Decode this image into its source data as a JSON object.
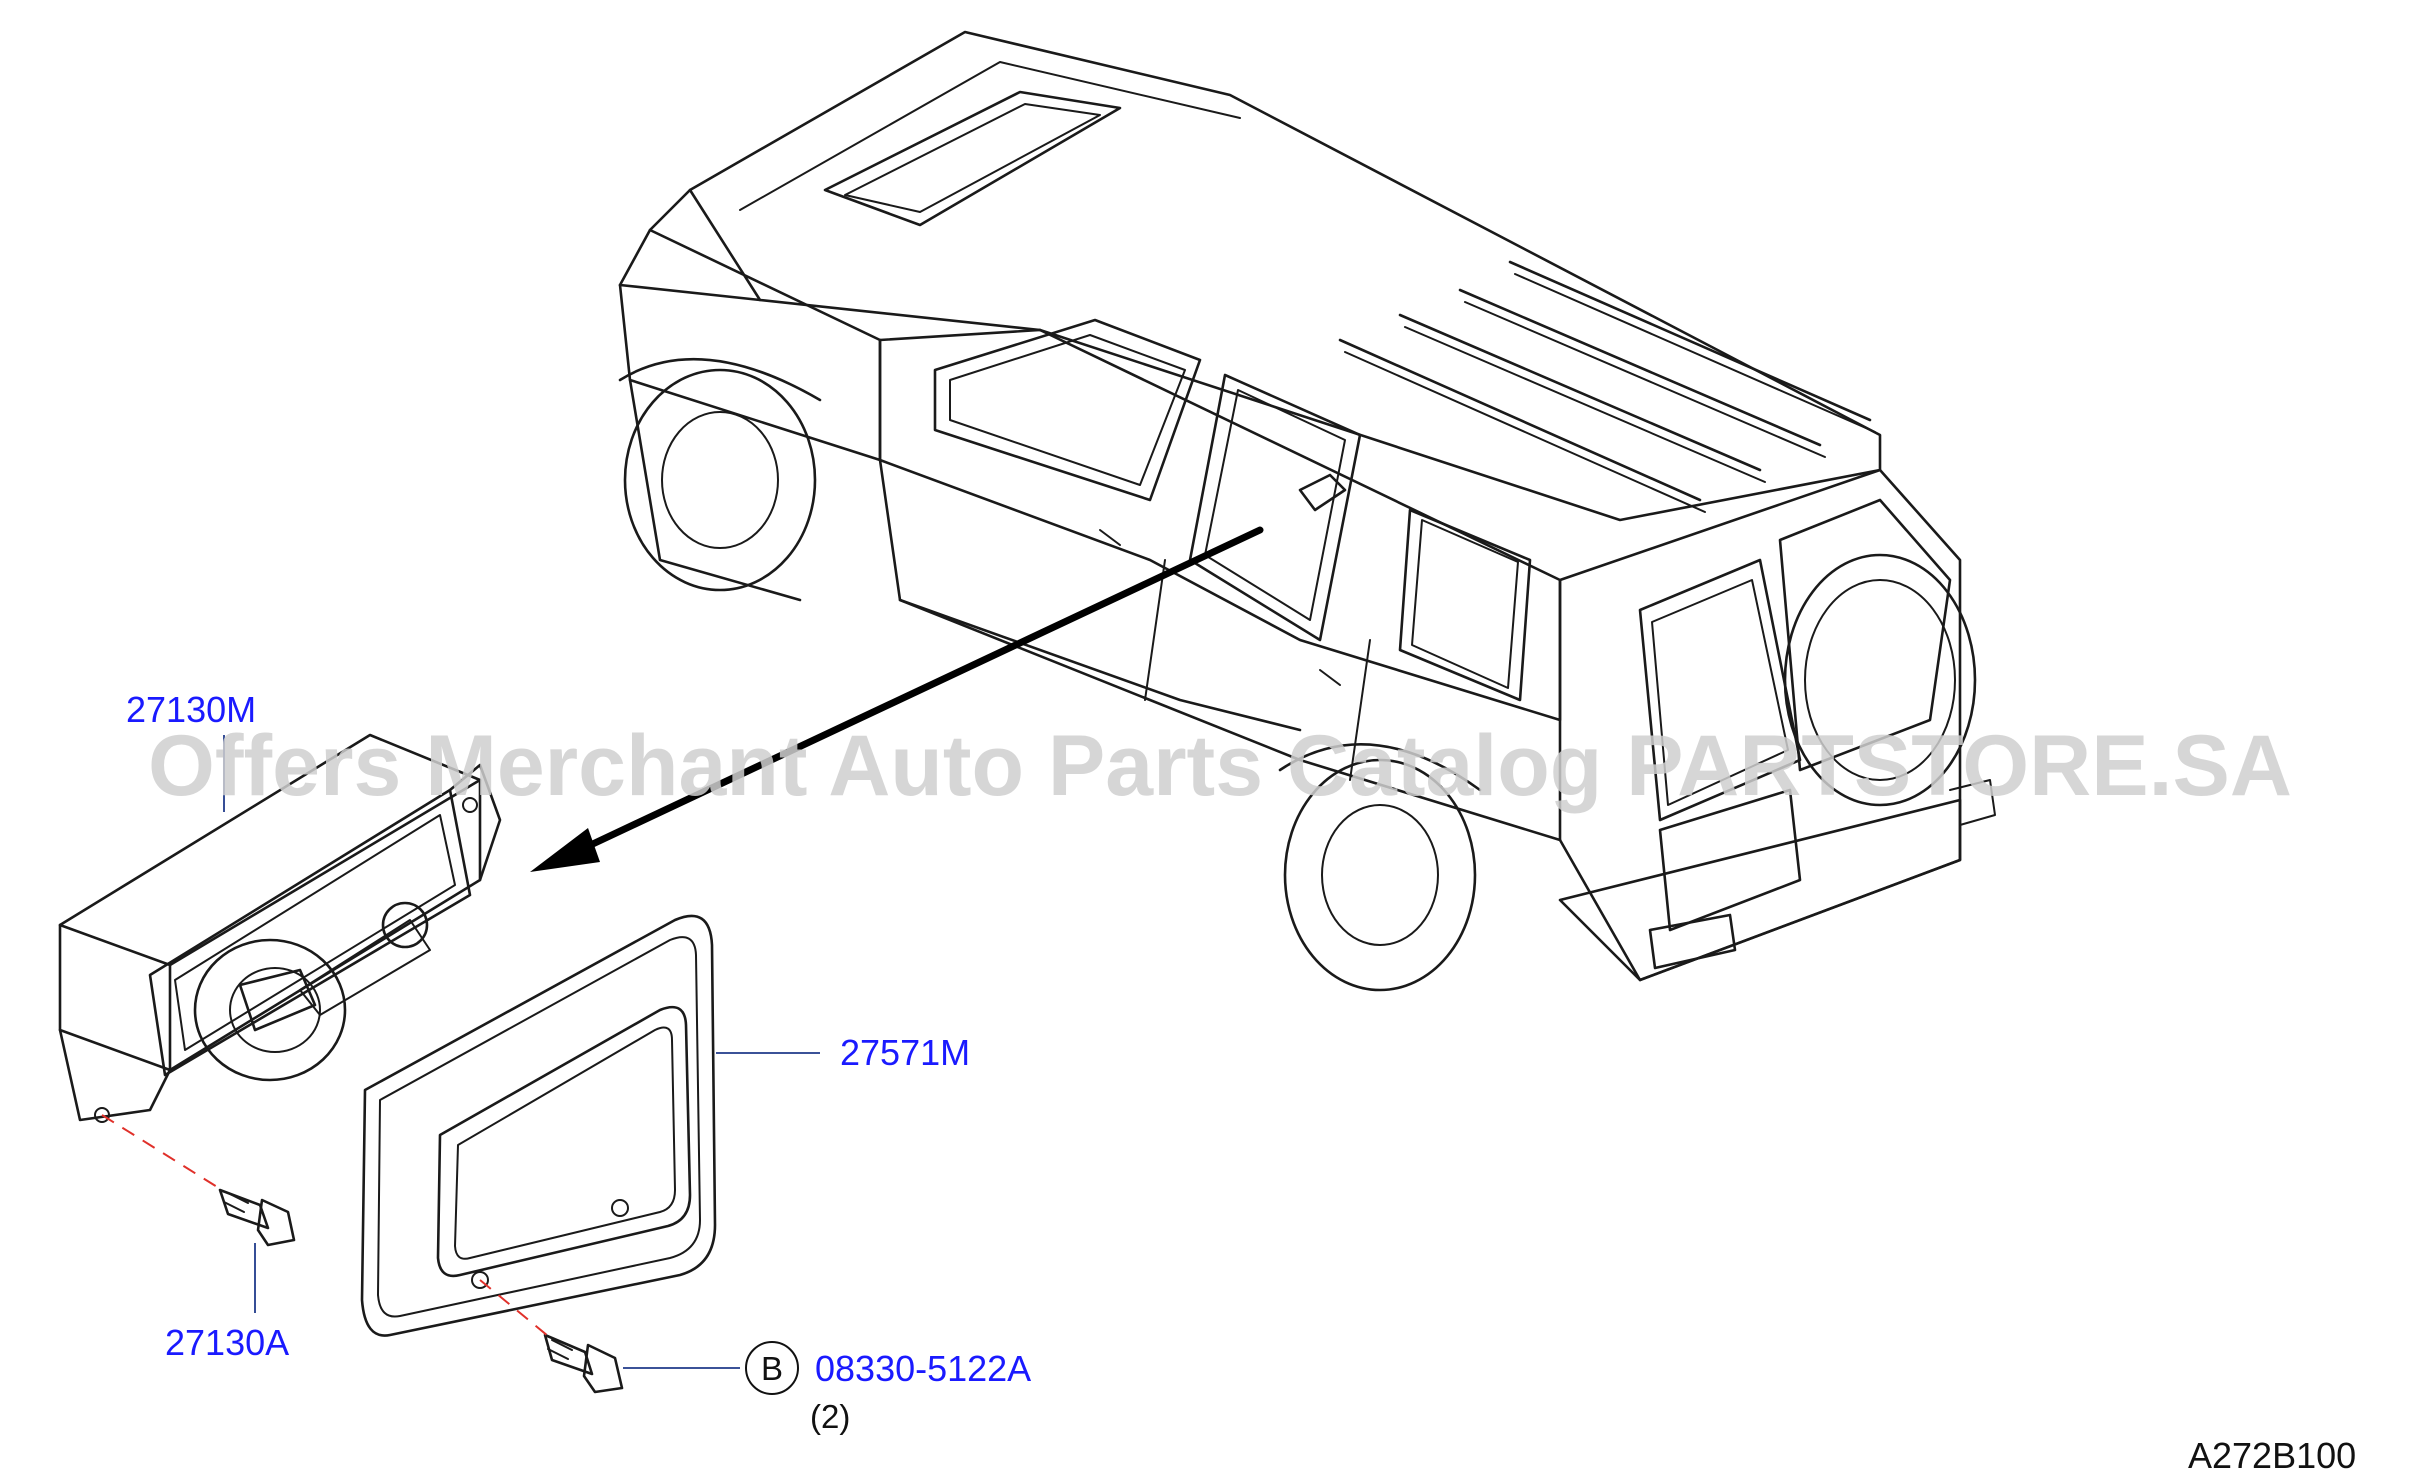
{
  "callouts": {
    "heater_control": "27130M",
    "bezel": "27571M",
    "screw_control": "27130A",
    "bolt": "08330-5122A",
    "bolt_qty": "(2)",
    "bolt_circle": "B"
  },
  "reference_code": "A272B100",
  "watermark": "Offers Merchant Auto Parts Catalog PARTSTORE.SA",
  "colors": {
    "callout": "#1a1aff",
    "leader": "#1f3a8a",
    "dashed_axis": "#e0302a",
    "line": "#1a1a1a"
  }
}
